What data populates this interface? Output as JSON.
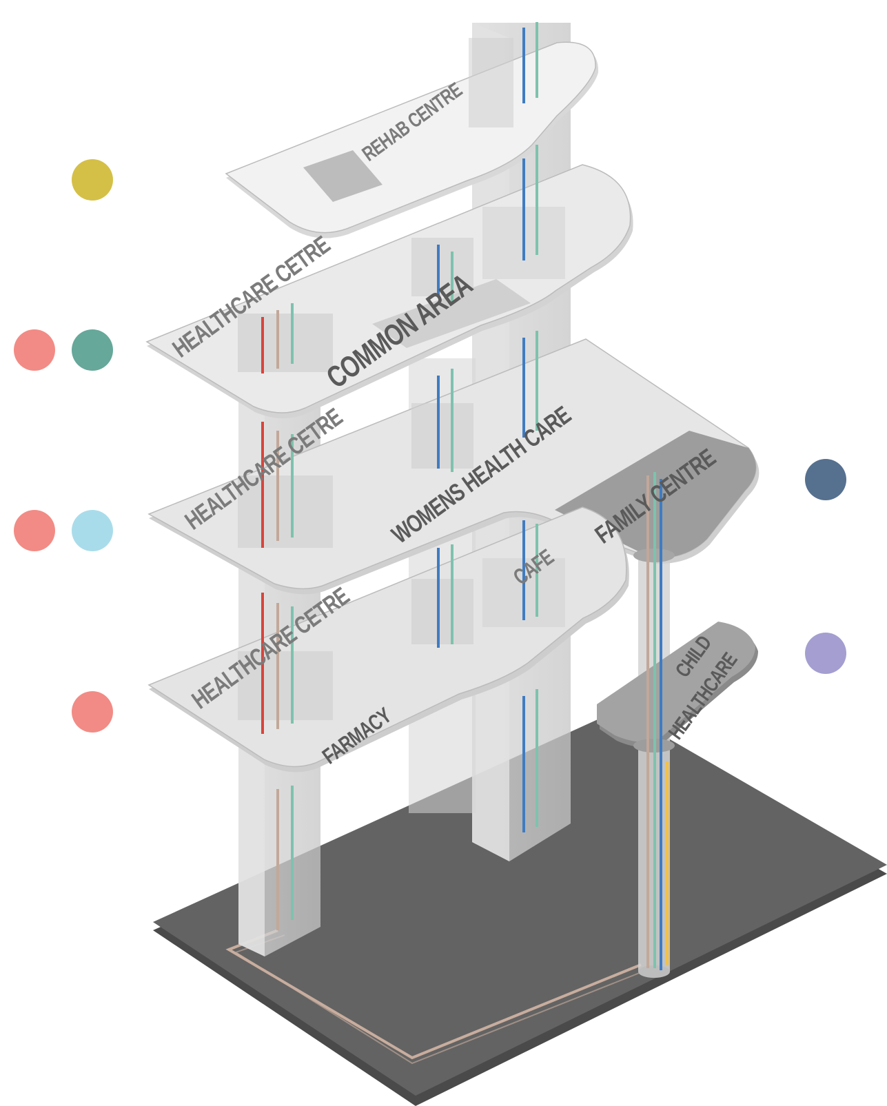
{
  "labels": {
    "rehab": "REHAB CENTRE",
    "health_top": "HEALTHCARE CETRE",
    "common": "COMMON AREA",
    "health_mid": "HEALTHCARE CETRE",
    "womens": "WOMENS HEALTH CARE",
    "family": "FAMILY CENTRE",
    "health_low": "HEALTHCARE CETRE",
    "cafe": "CAFE",
    "farmacy": "FARMACY",
    "child_1": "CHILD",
    "child_2": "HEALTHCARE"
  },
  "legend_dots": [
    {
      "color": "#d4c046"
    },
    {
      "color": "#f28b85"
    },
    {
      "color": "#66a89a"
    },
    {
      "color": "#f28b85"
    },
    {
      "color": "#a9dcea"
    },
    {
      "color": "#f28b85"
    },
    {
      "color": "#56708f"
    },
    {
      "color": "#a49fd0"
    }
  ],
  "colors": {
    "base": "#616161",
    "floor": "#e9e9e9",
    "dark_floor": "#9d9d9d",
    "pipe_red": "#d9443c",
    "pipe_tan": "#c2a899",
    "pipe_green": "#7ec2ad",
    "pipe_blue": "#3f7cc2",
    "pipe_yellow": "#f2c245"
  }
}
